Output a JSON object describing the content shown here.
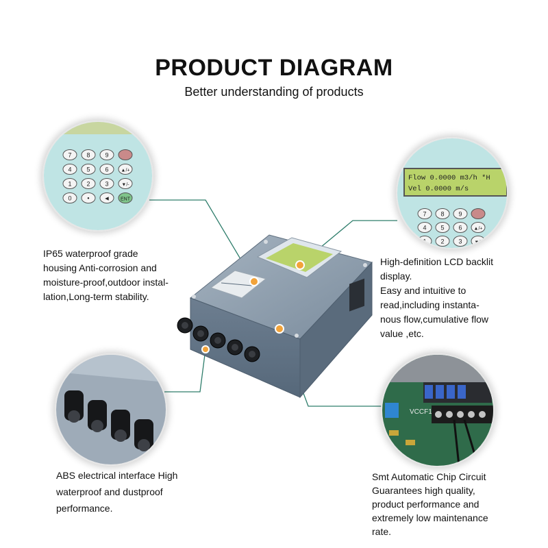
{
  "header": {
    "title": "PRODUCT DIAGRAM",
    "subtitle": "Better understanding of products"
  },
  "callouts": [
    {
      "id": "housing",
      "lines": [
        "IP65 waterproof grade",
        "housing Anti-corrosion and",
        "moisture-proof,outdoor instal-",
        "lation,Long-term stability."
      ]
    },
    {
      "id": "lcd",
      "lines": [
        "High-definition LCD backlit",
        "display.",
        "Easy and intuitive to",
        "read,including instanta-",
        "nous flow,cumulative flow",
        "value ,etc."
      ]
    },
    {
      "id": "interface",
      "lines": [
        "ABS electrical interface High",
        "waterproof and dustproof",
        "performance."
      ]
    },
    {
      "id": "circuit",
      "lines": [
        "Smt Automatic Chip Circuit",
        "Guarantees high quality,",
        "product performance and",
        "extremely low maintenance",
        "rate."
      ]
    }
  ],
  "lcd_screen": {
    "row1": "Flow  0.0000 m3/h *H",
    "row2": "Vel   0.0000 m/s"
  },
  "keypad": {
    "rows": [
      [
        "7",
        "8",
        "9",
        ""
      ],
      [
        "4",
        "5",
        "6",
        "▲/+"
      ],
      [
        "1",
        "2",
        "3",
        "▼/-"
      ],
      [
        "0",
        "•",
        "◄",
        "ENT"
      ]
    ]
  },
  "circuit_label": "VCCF1",
  "colors": {
    "leader_line": "#2e7d6b",
    "marker": "#f2a33a",
    "housing": "#7c8ea0",
    "lcd": "#b9d36a"
  }
}
